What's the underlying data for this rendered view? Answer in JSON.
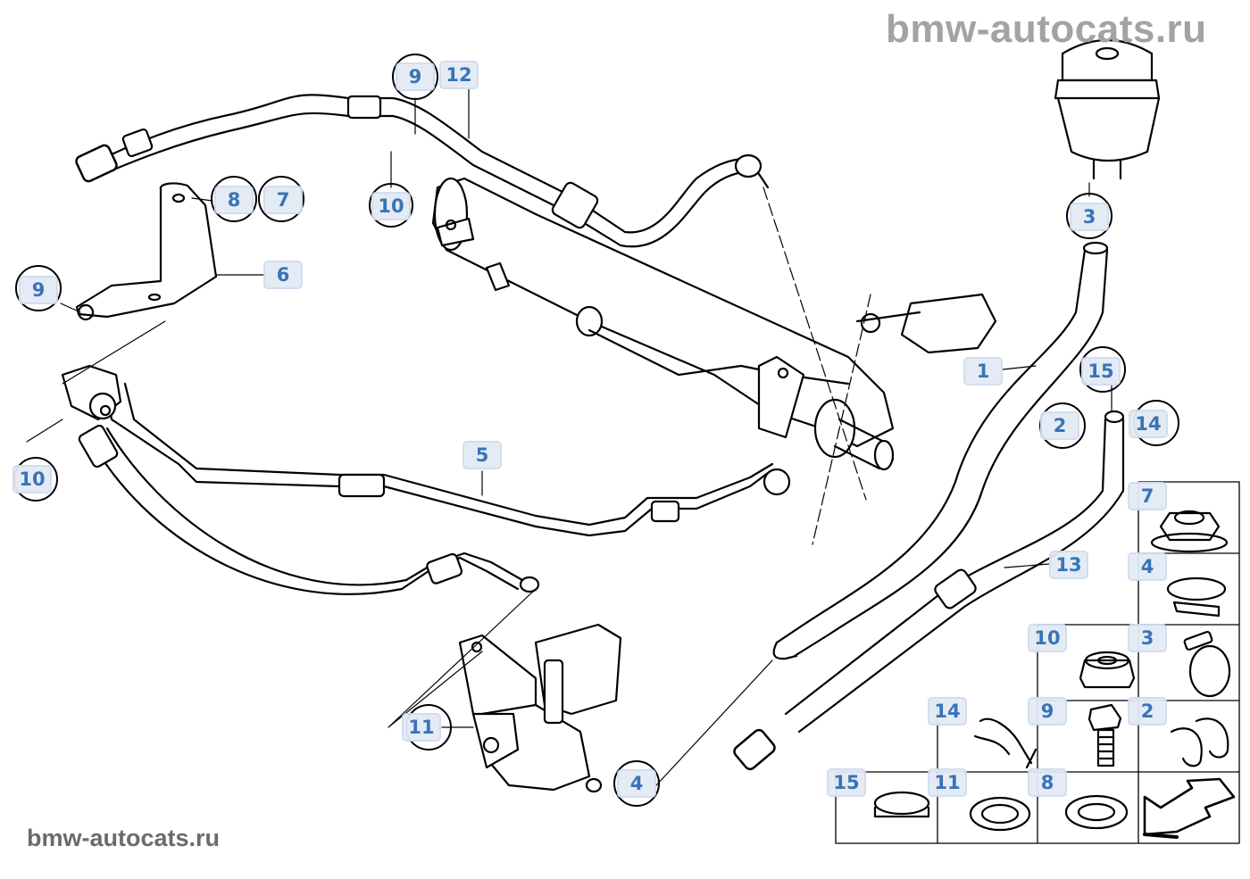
{
  "watermarks": {
    "top": "bmw-autocats.ru",
    "bottom": "bmw-autocats.ru"
  },
  "diagram": {
    "title": "Power steering hydraulic lines",
    "callouts": [
      {
        "id": "c9a",
        "label": "9"
      },
      {
        "id": "c12",
        "label": "12"
      },
      {
        "id": "c8a",
        "label": "8"
      },
      {
        "id": "c7a",
        "label": "7"
      },
      {
        "id": "c10a",
        "label": "10"
      },
      {
        "id": "c6",
        "label": "6"
      },
      {
        "id": "c9b",
        "label": "9"
      },
      {
        "id": "c10b",
        "label": "10"
      },
      {
        "id": "c5",
        "label": "5"
      },
      {
        "id": "c3a",
        "label": "3"
      },
      {
        "id": "c1",
        "label": "1"
      },
      {
        "id": "c15a",
        "label": "15"
      },
      {
        "id": "c2a",
        "label": "2"
      },
      {
        "id": "c14a",
        "label": "14"
      },
      {
        "id": "c13",
        "label": "13"
      },
      {
        "id": "c11a",
        "label": "11"
      },
      {
        "id": "c4a",
        "label": "4"
      }
    ],
    "legend": [
      {
        "label": "7",
        "part": "flange-nut"
      },
      {
        "label": "4",
        "part": "hose-clamp"
      },
      {
        "label": "10",
        "part": "hex-nut"
      },
      {
        "label": "3",
        "part": "worm-clamp"
      },
      {
        "label": "14",
        "part": "line-clip"
      },
      {
        "label": "9",
        "part": "hex-bolt"
      },
      {
        "label": "2",
        "part": "double-clip"
      },
      {
        "label": "15",
        "part": "hose-clamp"
      },
      {
        "label": "11",
        "part": "sealing-ring"
      },
      {
        "label": "8",
        "part": "washer"
      },
      {
        "label": "",
        "part": "arrow"
      }
    ]
  }
}
